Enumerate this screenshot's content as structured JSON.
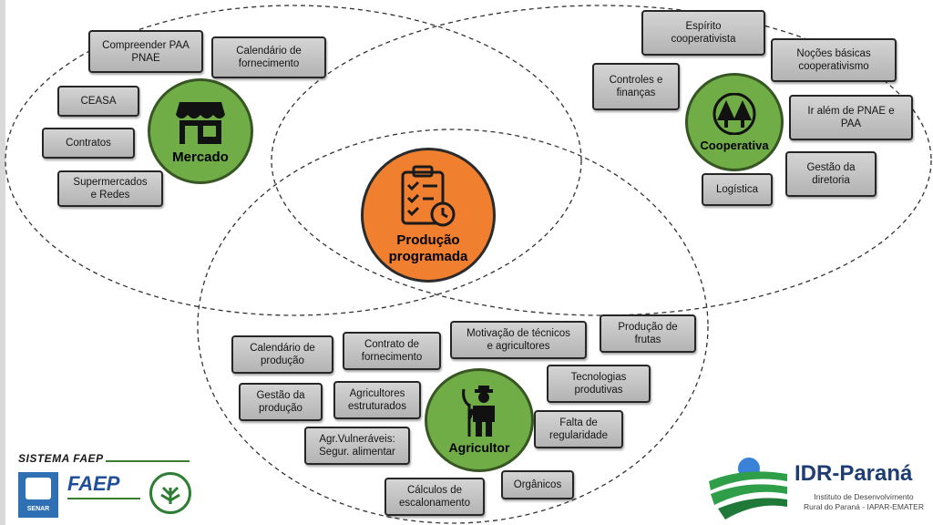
{
  "hubs": {
    "mercado": {
      "label": "Mercado",
      "icon": "store-icon"
    },
    "cooperativa": {
      "label": "Cooperativa",
      "icon": "cooperative-trees-icon"
    },
    "producao": {
      "label": "Produção\nprogramada",
      "icon": "checklist-clock-icon"
    },
    "agricultor": {
      "label": "Agricultor",
      "icon": "farmer-icon"
    }
  },
  "mercado_items": [
    "Compreender PAA\nPNAE",
    "Calendário de\nfornecimento",
    "CEASA",
    "Contratos",
    "Supermercados\ne Redes"
  ],
  "cooperativa_items": [
    "Espírito\ncooperativista",
    "Noções básicas\ncooperativismo",
    "Controles e\nfinanças",
    "Ir além de PNAE e\nPAA",
    "Gestão da\ndiretoria",
    "Logística"
  ],
  "agricultor_items": [
    "Calendário de\nprodução",
    "Contrato de\nfornecimento",
    "Motivação de técnicos\ne agricultores",
    "Produção de\nfrutas",
    "Tecnologias\nprodutivas",
    "Gestão da\nprodução",
    "Agricultores\nestruturados",
    "Falta de\nregularidade",
    "Agr.Vulneráveis:\nSegur. alimentar",
    "Cálculos de\nescalonamento",
    "Orgânicos"
  ],
  "footer": {
    "sistema": "SISTEMA FAEP",
    "senar": "SENAR",
    "faep": "FAEP",
    "idr_name": "IDR-Paraná",
    "idr_sub": "Instituto de Desenvolvimento\nRural do Paraná - IAPAR-EMATER"
  },
  "colors": {
    "green_hub": "#70ad47",
    "orange_hub": "#f08030",
    "box_fill": "#c4c4c4"
  }
}
